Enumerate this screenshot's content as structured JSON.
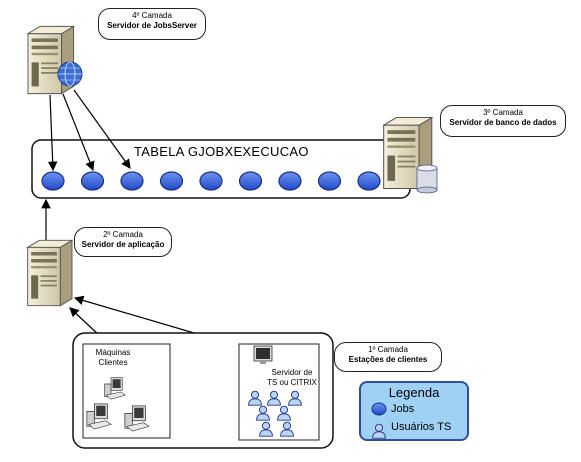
{
  "layers": {
    "layer4": {
      "title": "4º Camada",
      "name": "Servidor de JobsServer"
    },
    "layer3": {
      "title": "3º Camada",
      "name": "Servidor de banco de dados"
    },
    "layer2": {
      "title": "2º Camada",
      "name": "Servidor de aplicação"
    },
    "layer1": {
      "title": "1º Camada",
      "name": "Estações de clientes"
    }
  },
  "table": {
    "title": "TABELA GJOBXEXECUCAO",
    "job_count": 9
  },
  "labels": {
    "client_machines": [
      "Máquinas",
      "Clientes"
    ],
    "ts_server": [
      "Servidor de",
      "TS ou CITRIX"
    ]
  },
  "legend": {
    "title": "Legenda",
    "jobs": "Jobs",
    "ts_users": "Usuários TS"
  },
  "colors": {
    "job_fill": "#3366dd",
    "job_stroke": "#1a2f88",
    "legend_bg": "#9fd1f4",
    "legend_border": "#2f4f9a",
    "server_body": "#e6dfc6",
    "server_side": "#a99f7f"
  },
  "icons": [
    "server-icon",
    "globe-icon",
    "database-icon",
    "monitor-icon",
    "desktop-computer-icon",
    "user-icon"
  ]
}
